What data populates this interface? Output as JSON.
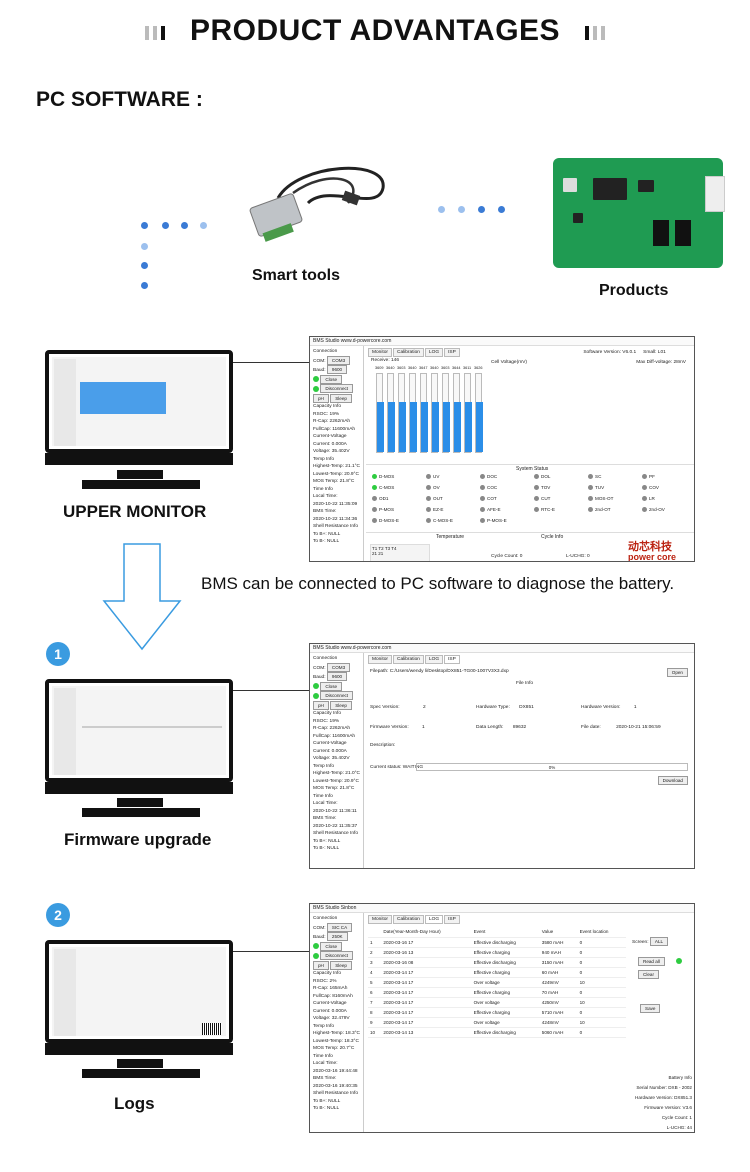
{
  "header": {
    "title": "PRODUCT ADVANTAGES"
  },
  "section": {
    "title": "PC SOFTWARE :"
  },
  "topology": {
    "tools_label": "Smart tools",
    "products_label": "Products"
  },
  "monitor1": {
    "caption": "UPPER MONITOR"
  },
  "description": "BMS can be connected to PC software to diagnose the battery.",
  "firmware": {
    "number": "1",
    "caption": "Firmware upgrade"
  },
  "logs": {
    "number": "2",
    "caption": "Logs"
  },
  "brand": {
    "cn": "动芯科技",
    "en": "power core"
  },
  "colors": {
    "accent": "#3a9be0",
    "cell_fill": "#2b8ee8",
    "status_on": "#2ecc40",
    "pcb": "#1f9b52"
  },
  "win1": {
    "title": "BMS Studio",
    "url": "www.d-powercore.com",
    "tabs": [
      "Monitor",
      "Calibration",
      "LOG",
      "ISP"
    ],
    "version": "Software Version: V6.0.1",
    "small": "Small: L01",
    "receive": "Receive: 146",
    "cell_label": "Cell Voltage(mV)",
    "max_diff": "Max Diff-voltage: 28mV",
    "cells": [
      "3609",
      "3640",
      "3603",
      "3640",
      "3647",
      "3640",
      "3603",
      "3644",
      "3611",
      "3626"
    ],
    "cell_levels": [
      0.62,
      0.62,
      0.62,
      0.62,
      0.62,
      0.62,
      0.62,
      0.62,
      0.62,
      0.62
    ],
    "side": {
      "connection": "Connection",
      "com_label": "COM:",
      "com_value": "COM3",
      "baud_label": "Baud:",
      "baud_value": "9600",
      "close": "Close",
      "disconnect": "Disconnect",
      "ph": "pH",
      "sleep": "Sleep",
      "capacity": "Capacity Info",
      "rsoc_label": "RSOC:",
      "rsoc": "19%",
      "rcap_label": "R-Cap:",
      "rcap": "2262mAh",
      "fcap_label": "FullCap:",
      "fcap": "11600mAh",
      "cv": "Current-Voltage",
      "current_label": "Current:",
      "current": "0.000A",
      "voltage_label": "Voltage:",
      "voltage": "35.402V",
      "temp": "Temp Info",
      "ht_label": "Highest-Temp:",
      "ht": "21.1°C",
      "lt_label": "Lowest-Temp:",
      "lt": "20.9°C",
      "mos_label": "MOS Temp:",
      "mos": "21.8°C",
      "time": "Time Info",
      "local_label": "Local Time:",
      "local": "2020-10-22 11:35:09",
      "bms_label": "BMS Time:",
      "bms": "2020-10-22 11:34:36",
      "shell": "Shell Resistance Info",
      "tb_plus": "To B+:",
      "tb_plus_v": "NULL",
      "tb_minus": "To B-:",
      "tb_minus_v": "NULL"
    },
    "status_title": "System Status",
    "status": [
      [
        "D-MOS",
        "UV",
        "DOC",
        "DOL",
        "SC",
        "PF"
      ],
      [
        "C-MOS",
        "OV",
        "COC",
        "TOV",
        "TUV",
        "COV"
      ],
      [
        "OD1",
        "OUT",
        "COT",
        "CUT",
        "MOS-OT",
        "LR"
      ],
      [
        "P-MOS",
        "EZ-E",
        "AFE-E",
        "RTC-E",
        "2nd-OT",
        "2nd-OV"
      ],
      [
        "D-MOS-E",
        "C-MOS-E",
        "P-MOS-E",
        "",
        "",
        ""
      ]
    ],
    "temperature": "Temperature",
    "cycle_info": "Cycle Info",
    "t_head": "T1   T2   T3   T4",
    "t_vals": "21    21",
    "cycle_count": "Cycle Count: 0",
    "luchg": "L-UCHG: 0"
  },
  "win2": {
    "title": "BMS Studio",
    "url": "www.d-powercore.com",
    "filepath": "Filepath: C:/Users/wendy li/Desktop/DX851-TG00-1007V3X3.dxp",
    "open": "Open",
    "file_info": "File Info",
    "spec_label": "Spec Version:",
    "spec": "2",
    "hw_type_label": "Hardware Type:",
    "hw_type": "DX851",
    "hw_ver_label": "Hardware Version:",
    "hw_ver": "1",
    "fw_ver_label": "Firmware Version:",
    "fw_ver": "1",
    "data_len_label": "Data Length:",
    "data_len": "89632",
    "file_date_label": "File date:",
    "file_date": "2020-10-21 15:06:59",
    "desc_label": "Description:",
    "status": "Current status: WAITING",
    "progress": "0%",
    "download": "Download",
    "local": "2020-10-22 11:36:11",
    "bms": "2020-10-22 11:35:37"
  },
  "win3": {
    "title": "BMS Studio Sinbon",
    "columns": [
      "Date(Year-Month-Day Hour)",
      "Event",
      "Value",
      "Event location"
    ],
    "rows": [
      [
        "1",
        "2020-03-16 17",
        "Effective discharging",
        "3580 mAH",
        "0"
      ],
      [
        "2",
        "2020-03-16 13",
        "Effective charging",
        "940 mAH",
        "0"
      ],
      [
        "3",
        "2020-03-16 08",
        "Effective discharging",
        "3150 mAH",
        "0"
      ],
      [
        "4",
        "2020-03-14 17",
        "Effective charging",
        "60 mAH",
        "0"
      ],
      [
        "5",
        "2020-03-14 17",
        "Over voltage",
        "4249mV",
        "10"
      ],
      [
        "6",
        "2020-03-14 17",
        "Effective charging",
        "70 mAH",
        "0"
      ],
      [
        "7",
        "2020-03-14 17",
        "Over voltage",
        "4250mV",
        "10"
      ],
      [
        "8",
        "2020-03-14 17",
        "Effective charging",
        "5710 mAH",
        "0"
      ],
      [
        "9",
        "2020-03-14 17",
        "Over voltage",
        "4248mV",
        "10"
      ],
      [
        "10",
        "2020-03-14 13",
        "Effective discharging",
        "5060 mAH",
        "0"
      ]
    ],
    "screen_label": "Screen:",
    "screen_value": "ALL",
    "read_all": "Read all",
    "clear": "Clear",
    "save": "Save",
    "battery_info": "Battery Info",
    "serial": "Serial Number: DXB - 2002",
    "hw": "Hardware Version: DX851.3",
    "fw": "Firmware Version: V3.6",
    "cycle": "Cycle Count: 1",
    "luchg": "L-UCHG: 44",
    "com": "SIC CA",
    "baud": "250K",
    "rsoc": "2%",
    "rcap": "165mAh",
    "fcap": "8160mAh",
    "current": "0.000A",
    "voltage": "32.479V",
    "ht": "18.3°C",
    "lt": "18.3°C",
    "mos": "20.7°C",
    "local": "2020-03-16 19:44:48",
    "bms": "2020-03-16 19:40:35"
  }
}
